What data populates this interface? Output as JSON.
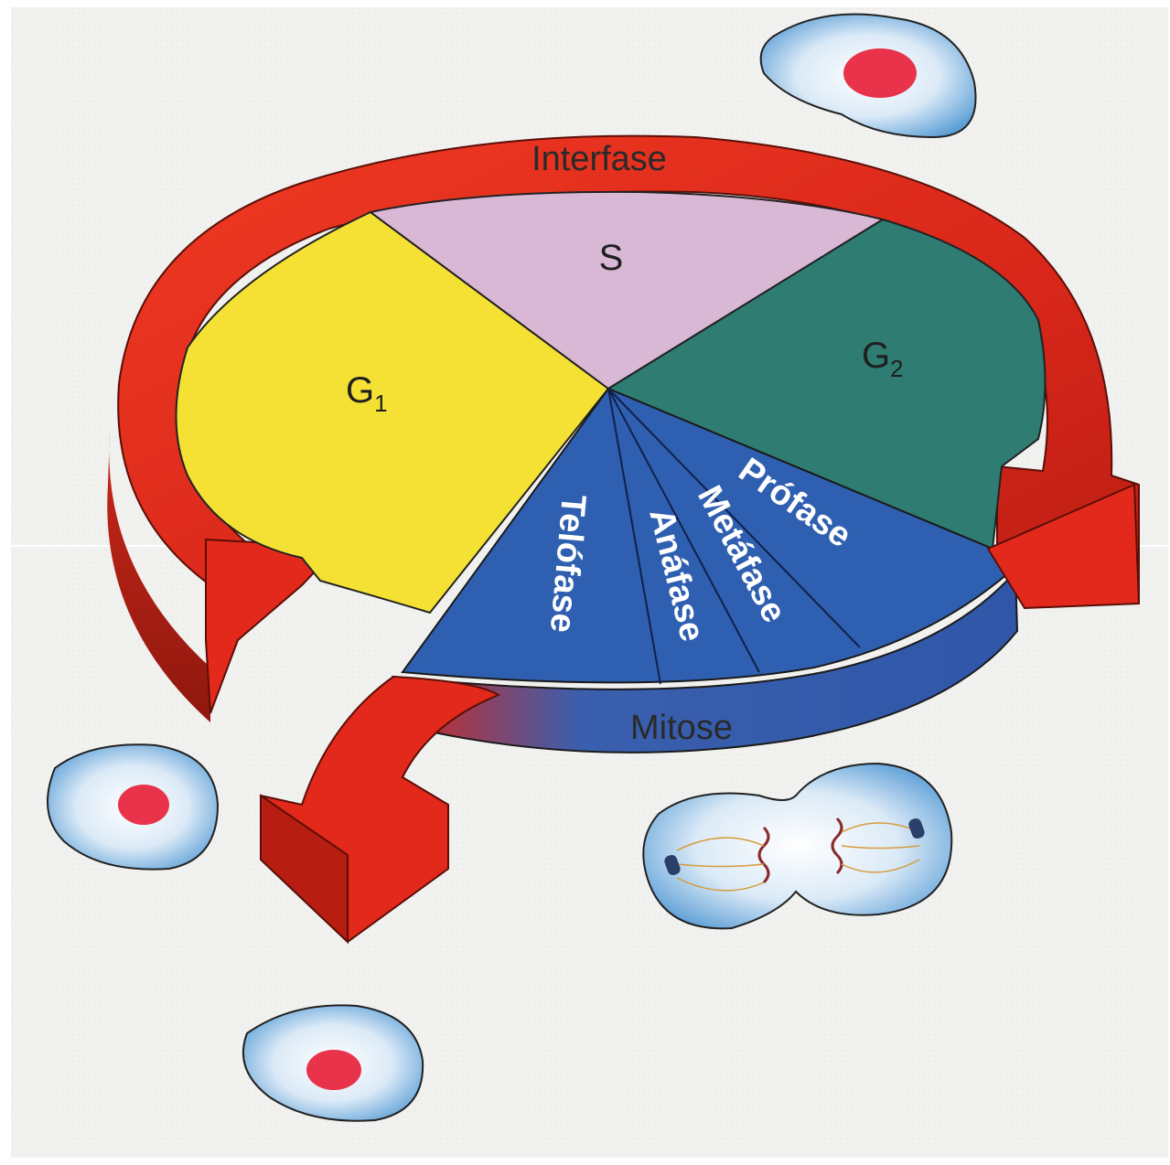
{
  "ring": {
    "interphase_label": "Interfase",
    "mitosis_label": "Mitose"
  },
  "phases": {
    "g1": {
      "letter": "G",
      "subscript": "1"
    },
    "s": {
      "label": "S"
    },
    "g2": {
      "letter": "G",
      "subscript": "2"
    }
  },
  "mitosis_phases": {
    "prophase": "Prófase",
    "metaphase": "Metáfase",
    "anaphase": "Anáfase",
    "telophase": "Telófase"
  },
  "colors": {
    "g1": "#f4e134",
    "s": "#d9b8d6",
    "g2": "#2e7c72",
    "mitosis": "#2f5fb0",
    "arrow": "#e3291b",
    "nucleus": "#e8334a",
    "cell": "#a9cfea"
  },
  "icons": {
    "cell": "cell-icon",
    "dividing_cell": "dividing-cell-icon"
  }
}
